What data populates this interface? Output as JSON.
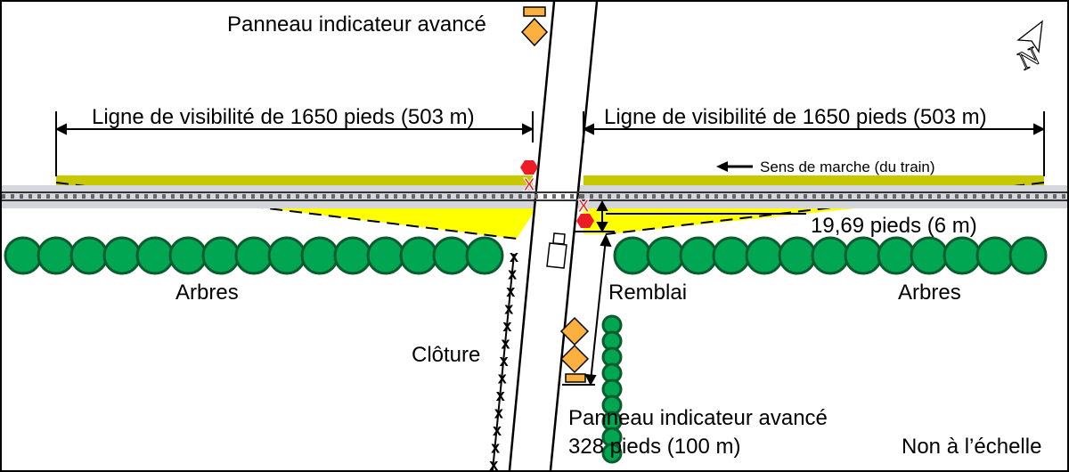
{
  "labels": {
    "advance_sign_top": "Panneau indicateur avancé",
    "sightline_left": "Ligne de visibilité de 1650 pieds (503 m)",
    "sightline_right": "Ligne de visibilité de 1650 pieds (503 m)",
    "train_direction": "Sens de marche (du train)",
    "stop_distance": "19,69 pieds (6 m)",
    "trees_left": "Arbres",
    "trees_right": "Arbres",
    "embankment": "Remblai",
    "fence": "Clôture",
    "advance_sign_bottom_1": "Panneau indicateur avancé",
    "advance_sign_bottom_2": "328 pieds (100 m)",
    "not_to_scale": "Non à l’échelle"
  },
  "colors": {
    "sightline_fill": "#ffff00",
    "sightline_dark": "#c8c800",
    "track_bed": "#d4d6dc",
    "tree_fill": "#00a651",
    "tree_stroke": "#0b5b2e",
    "sign_fill": "#fbb040",
    "stop_sign": "#ed1c24"
  }
}
